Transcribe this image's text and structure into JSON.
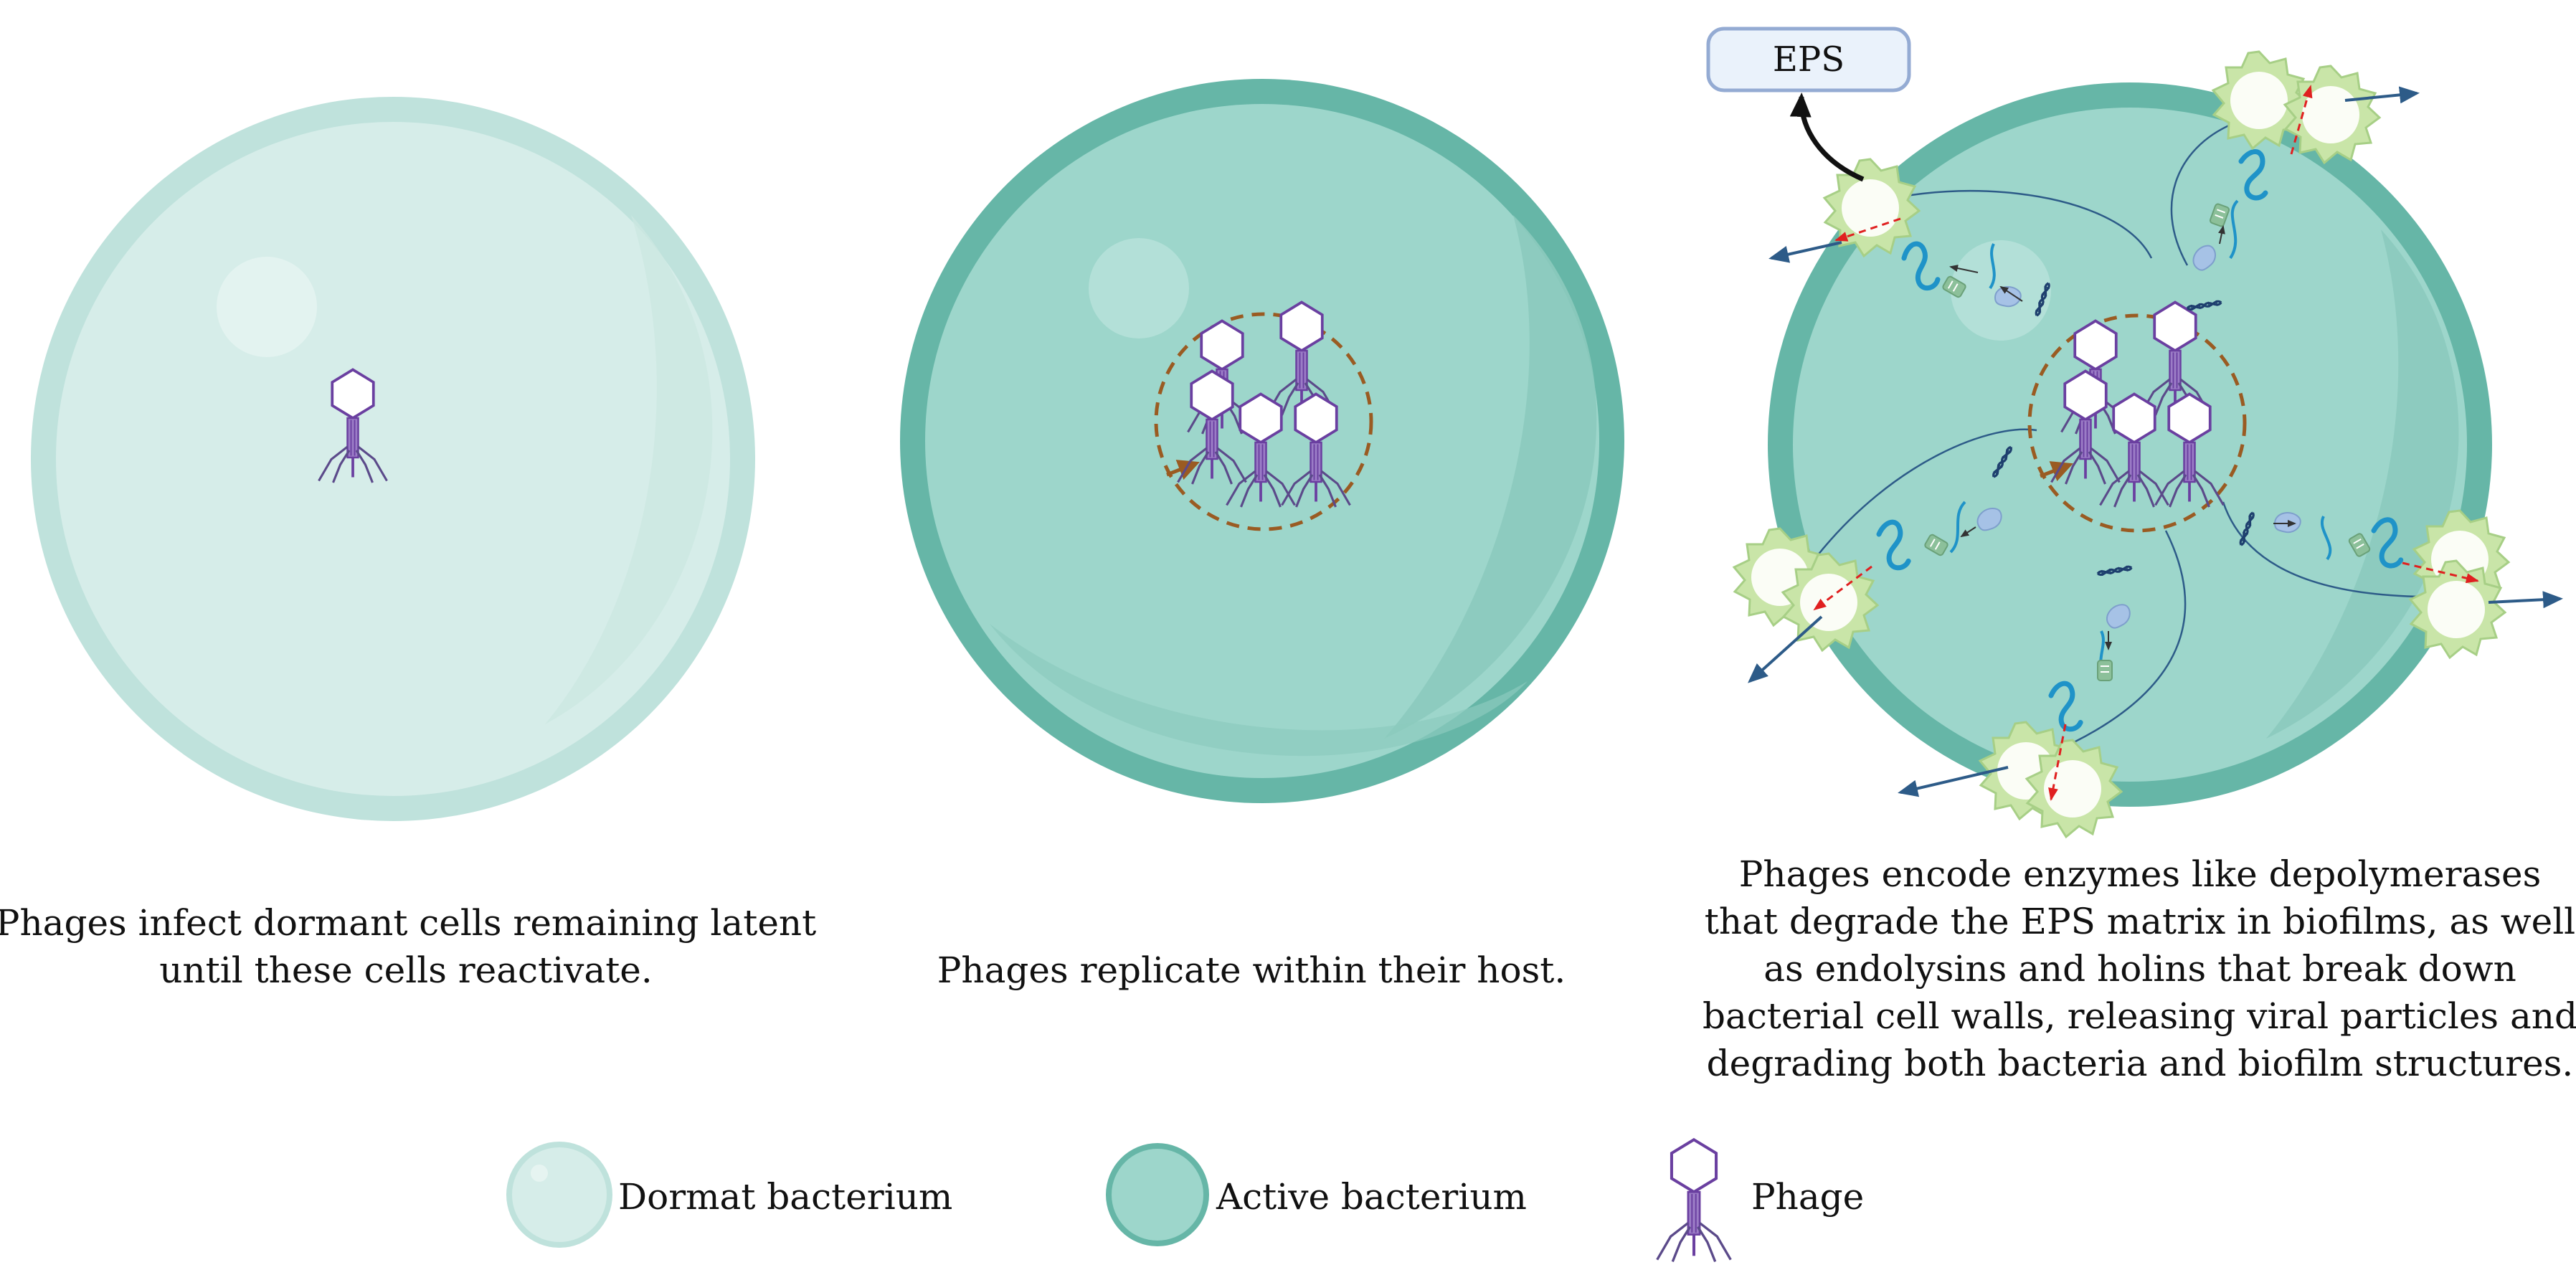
{
  "panels": [
    {
      "id": "dormant",
      "caption_lines": [
        "Phages infect dormant cells remaining latent",
        "until these cells reactivate."
      ]
    },
    {
      "id": "replication",
      "caption_lines": [
        "Phages replicate within their host."
      ]
    },
    {
      "id": "lysis",
      "caption_lines": [
        "Phages encode enzymes like depolymerases",
        "that degrade the EPS matrix in biofilms, as well",
        "as endolysins and holins that break down",
        "bacterial cell walls, releasing viral particles and",
        "degrading both bacteria and biofilm structures."
      ]
    }
  ],
  "eps_label": "EPS",
  "legend": {
    "dormant": "Dormat bacterium",
    "active": "Active bacterium",
    "phage": "Phage"
  },
  "colors": {
    "dormant_fill": "#d6ede9",
    "dormant_rim": "#bfe2dc",
    "active_fill": "#9dd6cb",
    "active_rim": "#66b6a7",
    "phage_purple": "#6a3fa0",
    "dashed_brown": "#9a5b22",
    "arrow_blue": "#2d5b88",
    "enzyme_green": "#c9e5a8",
    "eps_box_fill": "#eaf2fb",
    "eps_box_stroke": "#94abd3",
    "red_dashed": "#e02020"
  }
}
